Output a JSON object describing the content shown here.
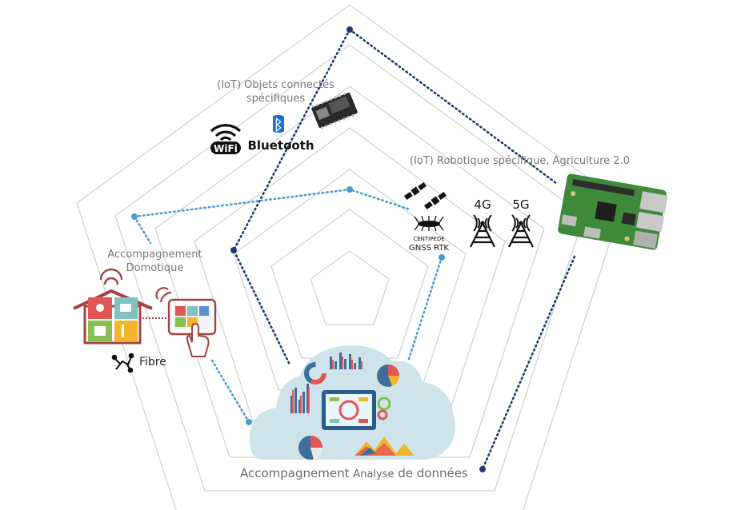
{
  "labels": {
    "iot_objects": "(IoT) Objets connectés spécifiques",
    "iot_robotics": "(IoT) Robotique spécifique, Agriculture 2.0",
    "domotique": "Accompagnement Domotique",
    "fibre": "Fibre",
    "data_analysis_prefix": "Accompagnement",
    "data_analysis_middle": "Analyse",
    "data_analysis_suffix": "de données"
  },
  "logos": {
    "wifi": "WiFi",
    "bluetooth": "Bluetooth",
    "centipede_top": "CENTIPEDE",
    "centipede_bottom": "GNSS RTK",
    "net_4g": "4G",
    "net_5g": "5G"
  },
  "colors": {
    "pentagon_line": "#cfcfcf",
    "path_dark": "#1f3a6e",
    "path_light": "#4a9ccc",
    "house": "#a0433f",
    "cloud": "#cfe3ea"
  },
  "icons": [
    "wifi-icon",
    "bluetooth-icon",
    "esp-board-icon",
    "satellite-icon",
    "antenna-4g-icon",
    "antenna-5g-icon",
    "raspberry-pi-icon",
    "smart-house-icon",
    "tablet-hand-icon",
    "fibre-icon",
    "data-cloud-icon"
  ]
}
